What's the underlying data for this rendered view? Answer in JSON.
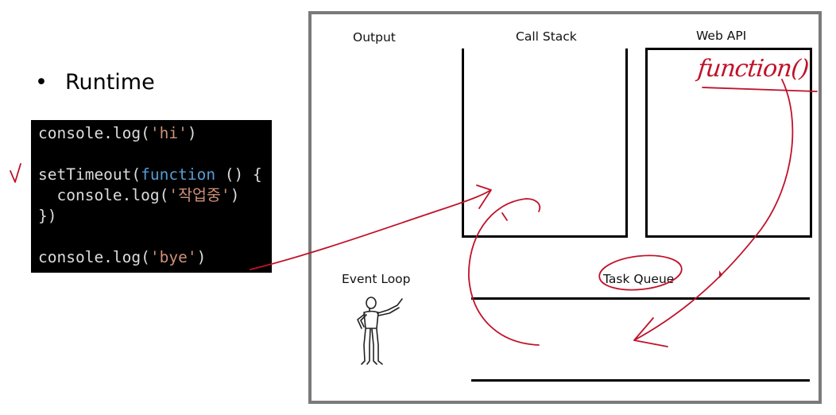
{
  "bullet": {
    "marker": "•",
    "text": "Runtime"
  },
  "code": {
    "lines": [
      [
        {
          "t": "console.log(",
          "c": "ident"
        },
        {
          "t": "'hi'",
          "c": "str"
        },
        {
          "t": ")",
          "c": "punc"
        }
      ],
      [],
      [
        {
          "t": "setTimeout(",
          "c": "ident"
        },
        {
          "t": "function",
          "c": "kw"
        },
        {
          "t": " () {",
          "c": "punc"
        }
      ],
      [
        {
          "t": "  console.log(",
          "c": "ident"
        },
        {
          "t": "'작업중'",
          "c": "str"
        },
        {
          "t": ")",
          "c": "punc"
        }
      ],
      [
        {
          "t": "})",
          "c": "punc"
        }
      ],
      [],
      [
        {
          "t": "console.log(",
          "c": "ident"
        },
        {
          "t": "'bye'",
          "c": "str"
        },
        {
          "t": ")",
          "c": "punc"
        }
      ]
    ]
  },
  "diagram": {
    "output_label": "Output",
    "callstack_label": "Call Stack",
    "webapi_label": "Web API",
    "eventloop_label": "Event Loop",
    "taskqueue_label": "Task Queue"
  },
  "annotations": {
    "handwritten_text": "function()",
    "ink_color": "#c0122a"
  },
  "colors": {
    "frame_border": "#7a7a7a",
    "code_background": "#000000",
    "code_keyword": "#569cd6",
    "code_string": "#ce9178",
    "code_text": "#dcdcdc"
  }
}
